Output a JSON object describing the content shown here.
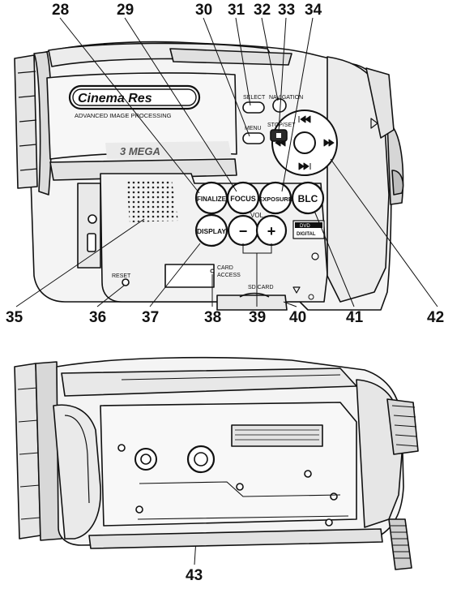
{
  "callouts_top": [
    "28",
    "29",
    "30",
    "31",
    "32",
    "33",
    "34"
  ],
  "callouts_bottom": [
    "35",
    "36",
    "37",
    "38",
    "39",
    "40",
    "41",
    "42"
  ],
  "callout_lower": "43",
  "brand": {
    "logo": "Cinema Res",
    "tagline": "ADVANCED IMAGE PROCESSING",
    "megapixel": "3 MEGA"
  },
  "buttons": {
    "select": "SELECT",
    "navigation": "NAVIGATION",
    "menu": "MENU",
    "stop_set": "STOP/SET",
    "finalize": "FINALIZE",
    "focus": "FOCUS",
    "exposure": "EXPOSURE",
    "blc": "BLC",
    "display": "DISPLAY",
    "vol": "VOL",
    "minus": "−",
    "plus": "+"
  },
  "labels": {
    "reset": "RESET",
    "card_access_1": "CARD",
    "card_access_2": "ACCESS",
    "sd_card": "SD CARD",
    "dvd_logo_1": "DVD",
    "dvd_logo_2": "DIGITAL"
  },
  "colors": {
    "line": "#111111",
    "body": "#f4f4f4",
    "shade": "#c8c8c8",
    "dark": "#2a2a2a"
  }
}
